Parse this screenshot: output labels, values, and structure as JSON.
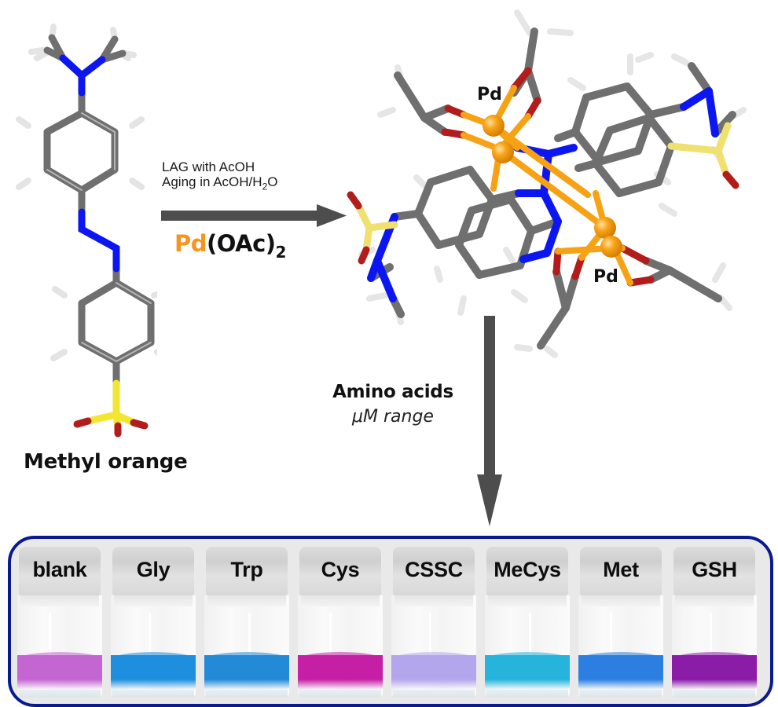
{
  "figure": {
    "reactant": {
      "name": "Methyl orange"
    },
    "conditions": {
      "line1": "LAG with AcOH",
      "line2_prefix": "Aging in AcOH/H",
      "line2_sub": "2",
      "line2_suffix": "O"
    },
    "reagent": {
      "metal": "Pd",
      "ligand": "(OAc)",
      "subscript": "2",
      "metal_color": "#f7941d"
    },
    "product": {
      "metal_labels": [
        "Pd",
        "Pd"
      ]
    },
    "analyte": {
      "title": "Amino acids",
      "subtitle": "μM range"
    },
    "vials": [
      {
        "label": "blank",
        "color": "#c466d2"
      },
      {
        "label": "Gly",
        "color": "#1e8ede"
      },
      {
        "label": "Trp",
        "color": "#238ad8"
      },
      {
        "label": "Cys",
        "color": "#c51fa6"
      },
      {
        "label": "CSSC",
        "color": "#b3a6ec"
      },
      {
        "label": "MeCys",
        "color": "#27b4dc"
      },
      {
        "label": "Met",
        "color": "#2c7fe0"
      },
      {
        "label": "GSH",
        "color": "#8a1ca8"
      }
    ],
    "colors": {
      "panel_border": "#0a1a8f",
      "arrow": "#4d4d4d",
      "carbon": "#707070",
      "nitrogen": "#0b16f0",
      "oxygen": "#c0181c",
      "sulfur": "#f2e632",
      "hydrogen": "#e6e6e6",
      "palladium": "#f7a214"
    }
  }
}
